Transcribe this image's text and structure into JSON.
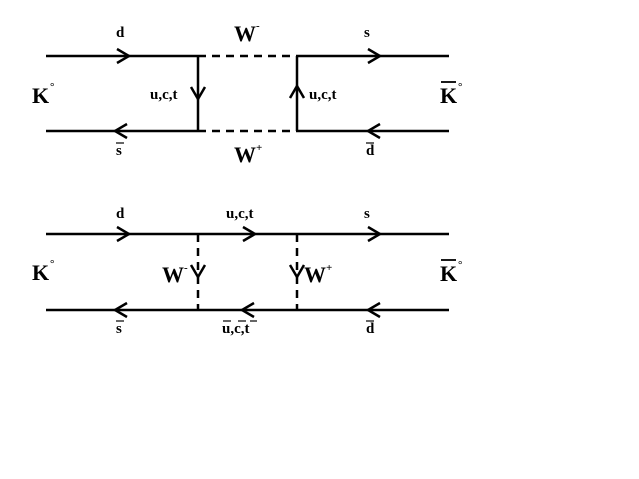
{
  "diagram1": {
    "left_meson": "K",
    "left_meson_sup": "°",
    "right_meson": "K",
    "right_meson_sup": "°",
    "top_in_quark": "d",
    "top_out_quark": "s",
    "bottom_in_antiquark": "s",
    "bottom_out_antiquark": "d",
    "boson_top": "W",
    "boson_top_sup": "-",
    "boson_bottom": "W",
    "boson_bottom_sup": "+",
    "internal_left": "u,c,t",
    "internal_right": "u,c,t"
  },
  "diagram2": {
    "left_meson": "K",
    "left_meson_sup": "°",
    "right_meson": "K",
    "right_meson_sup": "°",
    "top_in_quark": "d",
    "top_mid_quarks": "u,c,t",
    "top_out_quark": "s",
    "bottom_in_antiquark": "s",
    "bottom_mid_antiquarks": "u,c,t",
    "bottom_out_antiquark": "d",
    "boson_left": "W",
    "boson_left_sup": "-",
    "boson_right": "W",
    "boson_right_sup": "+"
  }
}
